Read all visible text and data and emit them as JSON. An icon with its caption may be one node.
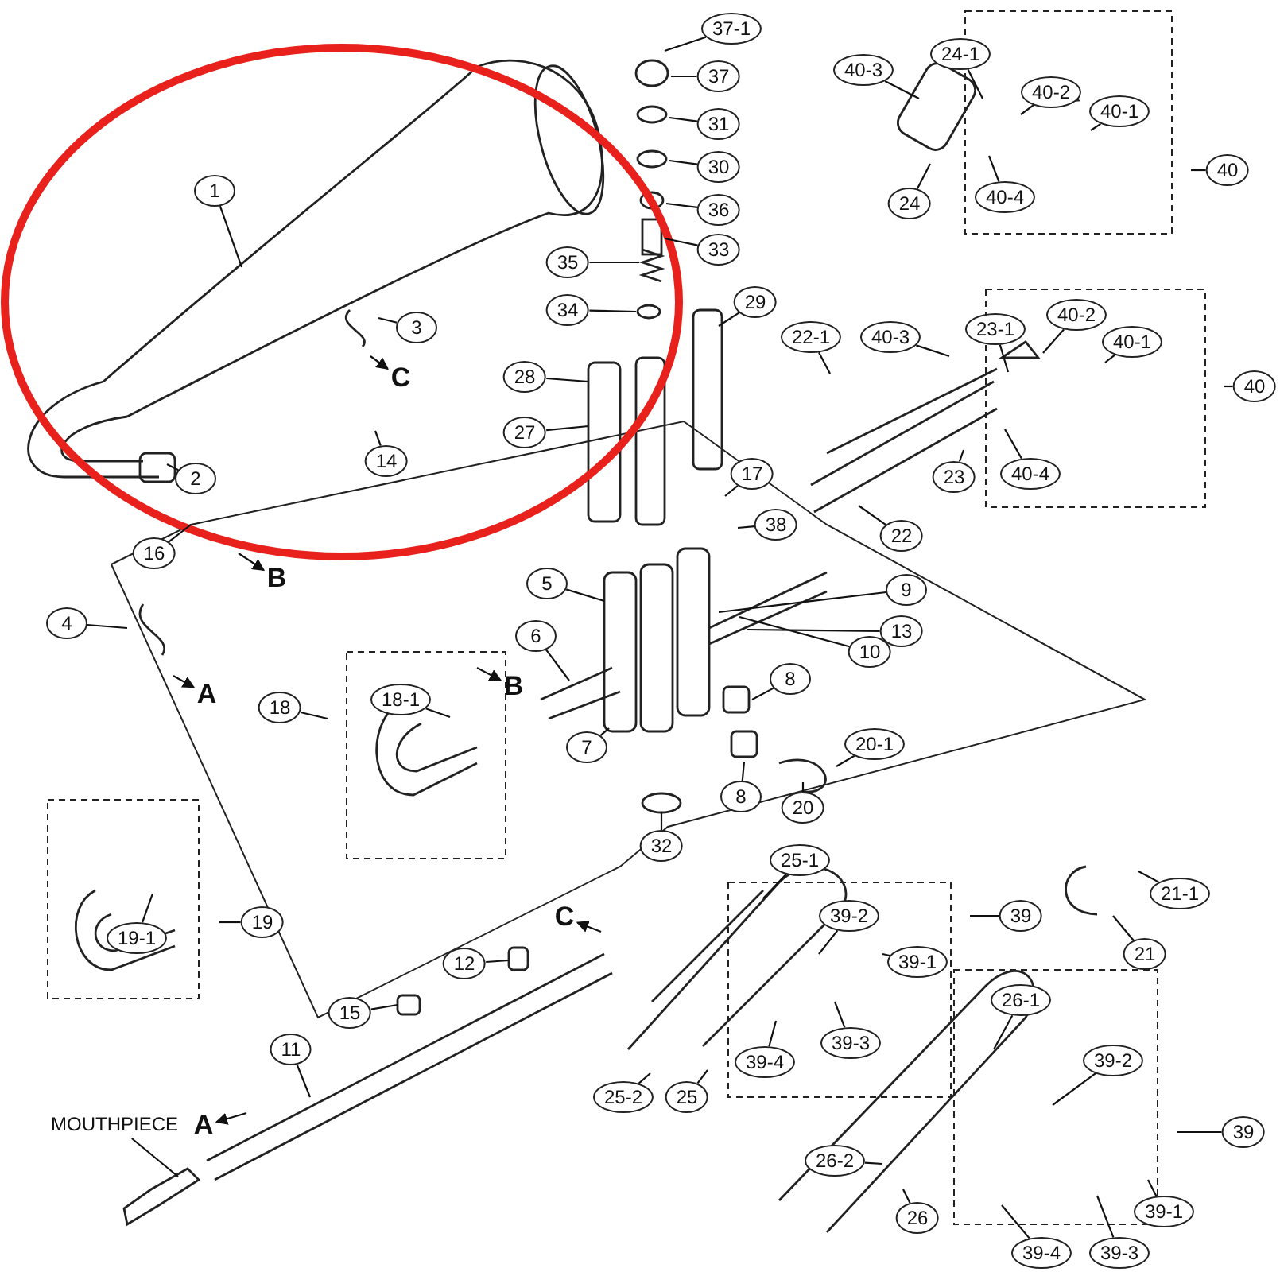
{
  "diagram": {
    "nodes": [
      {
        "text": [
          "37-1"
        ]
      },
      {
        "text": [
          "24-1"
        ]
      },
      {
        "text": [
          "40-3"
        ]
      },
      {
        "text": [
          "37"
        ]
      },
      {
        "text": [
          "40-2"
        ]
      },
      {
        "text": [
          "40-1"
        ]
      },
      {
        "text": [
          "31"
        ]
      },
      {
        "text": [
          "30"
        ]
      },
      {
        "text": [
          "40"
        ]
      },
      {
        "text": [
          "1"
        ]
      },
      {
        "text": [
          "40-4"
        ]
      },
      {
        "text": [
          "24"
        ]
      },
      {
        "text": [
          "36"
        ]
      },
      {
        "text": [
          "33"
        ]
      },
      {
        "text": [
          "35"
        ]
      },
      {
        "text": [
          "29"
        ]
      },
      {
        "text": [
          "34"
        ]
      },
      {
        "text": [
          "3"
        ]
      },
      {
        "text": [
          "23-1"
        ]
      },
      {
        "text": [
          "40-2"
        ]
      },
      {
        "text": [
          "40-3"
        ]
      },
      {
        "text": [
          "22-1"
        ]
      },
      {
        "text": [
          "40-1"
        ]
      },
      {
        "text": [
          "28"
        ]
      },
      {
        "text": [
          "40"
        ]
      },
      {
        "text": [
          "C"
        ]
      },
      {
        "text": [
          "27"
        ]
      },
      {
        "text": [
          "14"
        ]
      },
      {
        "text": [
          "17"
        ]
      },
      {
        "text": [
          "40-4"
        ]
      },
      {
        "text": [
          "23"
        ]
      },
      {
        "text": [
          "2"
        ]
      },
      {
        "text": [
          "38"
        ]
      },
      {
        "text": [
          "22"
        ]
      },
      {
        "text": [
          "16"
        ]
      },
      {
        "text": [
          "B"
        ]
      },
      {
        "text": [
          "5"
        ]
      },
      {
        "text": [
          "9"
        ]
      },
      {
        "text": [
          "4"
        ]
      },
      {
        "text": [
          "13"
        ]
      },
      {
        "text": [
          "6"
        ]
      },
      {
        "text": [
          "10"
        ]
      },
      {
        "text": [
          "8"
        ]
      },
      {
        "text": [
          "B"
        ]
      },
      {
        "text": [
          "A"
        ]
      },
      {
        "text": [
          "18-1"
        ]
      },
      {
        "text": [
          "18"
        ]
      },
      {
        "text": [
          "8"
        ]
      },
      {
        "text": [
          "20-1"
        ]
      },
      {
        "text": [
          "7"
        ]
      },
      {
        "text": [
          "20"
        ]
      },
      {
        "text": [
          "32"
        ]
      },
      {
        "text": [
          "25-1"
        ]
      },
      {
        "text": [
          "21-1"
        ]
      },
      {
        "text": [
          "39-2"
        ]
      },
      {
        "text": [
          "C"
        ]
      },
      {
        "text": [
          "19-1"
        ]
      },
      {
        "text": [
          "19"
        ]
      },
      {
        "text": [
          "39"
        ]
      },
      {
        "text": [
          "21"
        ]
      },
      {
        "text": [
          "39-1"
        ]
      },
      {
        "text": [
          "12"
        ]
      },
      {
        "text": [
          "26-1"
        ]
      },
      {
        "text": [
          "15"
        ]
      },
      {
        "text": [
          "39-3"
        ]
      },
      {
        "text": [
          "11"
        ]
      },
      {
        "text": [
          "39-2"
        ]
      },
      {
        "text": [
          "39-4"
        ]
      },
      {
        "text": [
          "25-2"
        ]
      },
      {
        "text": [
          "25"
        ]
      },
      {
        "text": [
          "MOUTHPIECE"
        ]
      },
      {
        "text": [
          "A"
        ]
      },
      {
        "text": [
          "39"
        ]
      },
      {
        "text": [
          "26-2"
        ]
      },
      {
        "text": [
          "39-1"
        ]
      },
      {
        "text": [
          "26"
        ]
      },
      {
        "text": [
          "39-4"
        ]
      },
      {
        "text": [
          "39-3"
        ]
      }
    ],
    "edges": [
      {
        "from": 0,
        "to": null,
        "arrow": "none"
      },
      {
        "from": 1,
        "to": null,
        "arrow": "none"
      },
      {
        "from": 2,
        "to": null,
        "arrow": "none"
      },
      {
        "from": 3,
        "to": null,
        "arrow": "none"
      },
      {
        "from": 4,
        "to": null,
        "arrow": "none"
      },
      {
        "from": 5,
        "to": null,
        "arrow": "none"
      },
      {
        "from": 6,
        "to": null,
        "arrow": "none"
      },
      {
        "from": 7,
        "to": null,
        "arrow": "none"
      },
      {
        "from": 8,
        "to": null,
        "arrow": "none"
      },
      {
        "from": 9,
        "to": null,
        "arrow": "none"
      },
      {
        "from": 10,
        "to": null,
        "arrow": "none"
      },
      {
        "from": 11,
        "to": null,
        "arrow": "none"
      },
      {
        "from": 12,
        "to": null,
        "arrow": "none"
      },
      {
        "from": 13,
        "to": null,
        "arrow": "none"
      },
      {
        "from": 14,
        "to": null,
        "arrow": "none"
      },
      {
        "from": 15,
        "to": null,
        "arrow": "none"
      },
      {
        "from": 16,
        "to": null,
        "arrow": "none"
      },
      {
        "from": 17,
        "to": null,
        "arrow": "none"
      },
      {
        "from": 18,
        "to": null,
        "arrow": "none"
      },
      {
        "from": 19,
        "to": null,
        "arrow": "none"
      },
      {
        "from": 20,
        "to": null,
        "arrow": "none"
      },
      {
        "from": 21,
        "to": null,
        "arrow": "none"
      },
      {
        "from": 22,
        "to": null,
        "arrow": "none"
      },
      {
        "from": 23,
        "to": null,
        "arrow": "none"
      },
      {
        "from": 24,
        "to": null,
        "arrow": "none"
      },
      {
        "from": null,
        "to": 25,
        "arrow": "to"
      },
      {
        "from": 26,
        "to": null,
        "arrow": "none"
      },
      {
        "from": 27,
        "to": null,
        "arrow": "none"
      },
      {
        "from": 28,
        "to": null,
        "arrow": "none"
      },
      {
        "from": 29,
        "to": null,
        "arrow": "none"
      },
      {
        "from": 30,
        "to": null,
        "arrow": "none"
      },
      {
        "from": 31,
        "to": null,
        "arrow": "none"
      },
      {
        "from": 32,
        "to": null,
        "arrow": "none"
      },
      {
        "from": 33,
        "to": null,
        "arrow": "none"
      },
      {
        "from": 34,
        "to": null,
        "arrow": "none"
      },
      {
        "from": null,
        "to": 35,
        "arrow": "to"
      },
      {
        "from": 36,
        "to": null,
        "arrow": "none"
      },
      {
        "from": 37,
        "to": null,
        "arrow": "none"
      },
      {
        "from": 38,
        "to": null,
        "arrow": "none"
      },
      {
        "from": 39,
        "to": null,
        "arrow": "none"
      },
      {
        "from": 40,
        "to": null,
        "arrow": "none"
      },
      {
        "from": 41,
        "to": null,
        "arrow": "none"
      },
      {
        "from": 42,
        "to": null,
        "arrow": "none"
      },
      {
        "from": null,
        "to": 43,
        "arrow": "to"
      },
      {
        "from": null,
        "to": 44,
        "arrow": "to"
      },
      {
        "from": 45,
        "to": null,
        "arrow": "none"
      },
      {
        "from": 46,
        "to": null,
        "arrow": "none"
      },
      {
        "from": 47,
        "to": null,
        "arrow": "none"
      },
      {
        "from": 48,
        "to": null,
        "arrow": "none"
      },
      {
        "from": 49,
        "to": null,
        "arrow": "none"
      },
      {
        "from": 50,
        "to": null,
        "arrow": "none"
      },
      {
        "from": 51,
        "to": null,
        "arrow": "none"
      },
      {
        "from": 52,
        "to": null,
        "arrow": "none"
      },
      {
        "from": 53,
        "to": null,
        "arrow": "none"
      },
      {
        "from": 54,
        "to": null,
        "arrow": "none"
      },
      {
        "from": null,
        "to": 55,
        "arrow": "to"
      },
      {
        "from": 56,
        "to": null,
        "arrow": "none"
      },
      {
        "from": 57,
        "to": null,
        "arrow": "none"
      },
      {
        "from": 58,
        "to": null,
        "arrow": "none"
      },
      {
        "from": 59,
        "to": null,
        "arrow": "none"
      },
      {
        "from": 60,
        "to": null,
        "arrow": "none"
      },
      {
        "from": 61,
        "to": null,
        "arrow": "none"
      },
      {
        "from": 62,
        "to": null,
        "arrow": "none"
      },
      {
        "from": 63,
        "to": null,
        "arrow": "none"
      },
      {
        "from": 64,
        "to": null,
        "arrow": "none"
      },
      {
        "from": 65,
        "to": null,
        "arrow": "none"
      },
      {
        "from": 66,
        "to": null,
        "arrow": "none"
      },
      {
        "from": 67,
        "to": null,
        "arrow": "none"
      },
      {
        "from": 68,
        "to": null,
        "arrow": "none"
      },
      {
        "from": 69,
        "to": null,
        "arrow": "none"
      },
      {
        "from": 70,
        "to": null,
        "arrow": "none"
      },
      {
        "from": null,
        "to": 71,
        "arrow": "to"
      },
      {
        "from": 72,
        "to": null,
        "arrow": "none"
      },
      {
        "from": 73,
        "to": null,
        "arrow": "none"
      },
      {
        "from": 74,
        "to": null,
        "arrow": "none"
      },
      {
        "from": 75,
        "to": null,
        "arrow": "none"
      },
      {
        "from": 76,
        "to": null,
        "arrow": "none"
      },
      {
        "from": 77,
        "to": null,
        "arrow": "none"
      }
    ]
  }
}
